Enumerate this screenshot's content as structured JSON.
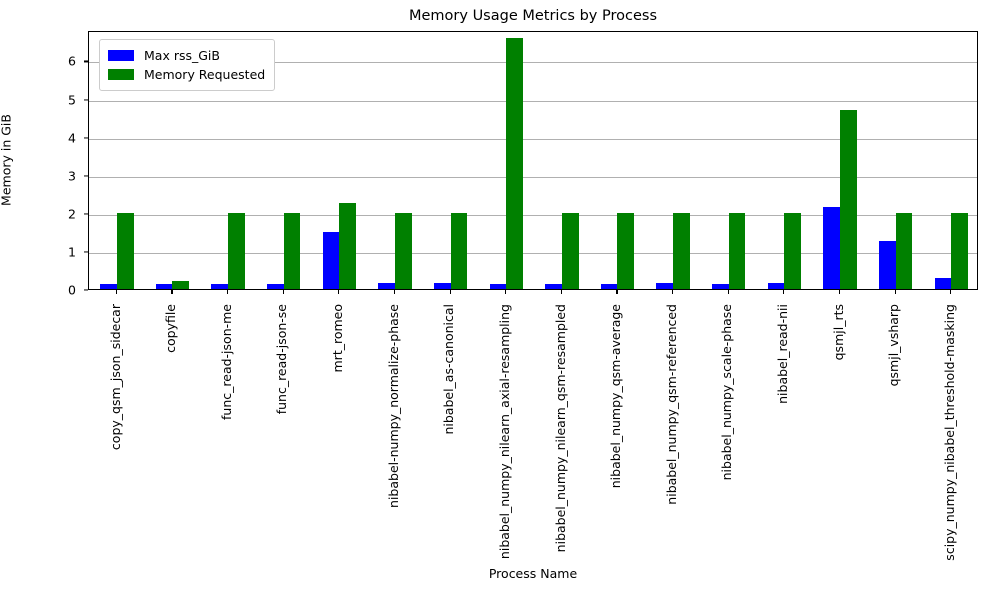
{
  "chart_data": {
    "type": "bar",
    "title": "Memory Usage Metrics by Process",
    "xlabel": "Process Name",
    "ylabel": "Memory in GiB",
    "ylim": [
      0,
      6.8
    ],
    "yticks": [
      0,
      1,
      2,
      3,
      4,
      5,
      6
    ],
    "grid": "horizontal",
    "legend_position": "upper left",
    "categories": [
      "copy_qsm_json_sidecar",
      "copyfile",
      "func_read-json-me",
      "func_read-json-se",
      "mrt_romeo",
      "nibabel-numpy_normalize-phase",
      "nibabel_as-canonical",
      "nibabel_numpy_nilearn_axial-resampling",
      "nibabel_numpy_nilearn_qsm-resampled",
      "nibabel_numpy_qsm-average",
      "nibabel_numpy_qsm-referenced",
      "nibabel_numpy_scale-phase",
      "nibabel_read-nii",
      "qsmjl_rts",
      "qsmjl_vsharp",
      "scipy_numpy_nibabel_threshold-masking"
    ],
    "series": [
      {
        "name": "Max rss_GiB",
        "color": "#0000ff",
        "values": [
          0.12,
          0.12,
          0.12,
          0.12,
          1.5,
          0.15,
          0.15,
          0.12,
          0.12,
          0.12,
          0.15,
          0.12,
          0.15,
          2.15,
          1.27,
          0.3
        ]
      },
      {
        "name": "Memory Requested",
        "color": "#008000",
        "values": [
          2.0,
          0.2,
          2.0,
          2.0,
          2.27,
          2.0,
          2.0,
          6.6,
          2.0,
          2.0,
          2.0,
          2.0,
          2.0,
          4.7,
          2.0,
          2.0
        ]
      }
    ]
  }
}
